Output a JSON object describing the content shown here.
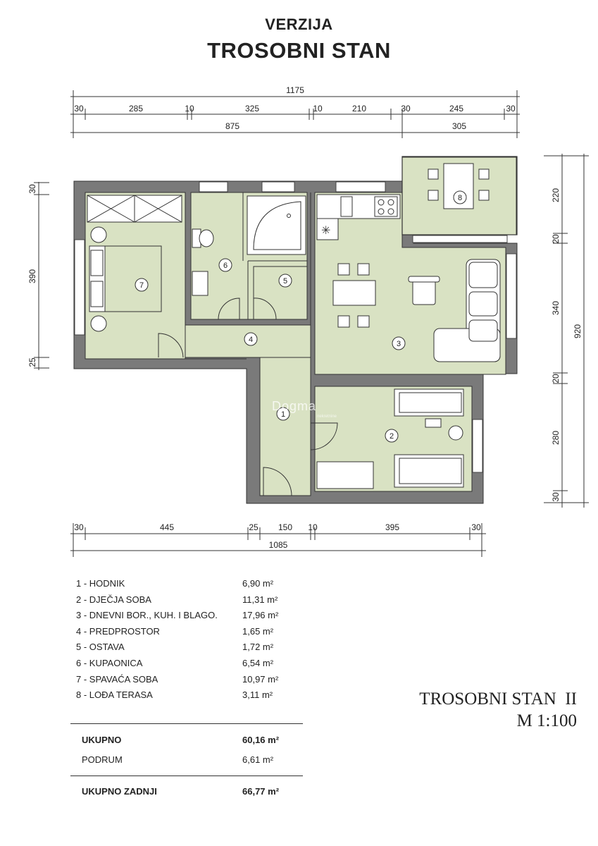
{
  "header": {
    "subtitle": "VERZIJA",
    "title": "TROSOBNI STAN"
  },
  "dimensions": {
    "top_total": "1175",
    "top_parts": [
      "30",
      "285",
      "10",
      "325",
      "10",
      "210",
      "30",
      "245",
      "30"
    ],
    "top_mid": [
      "875",
      "305"
    ],
    "right_parts": [
      "220",
      "20",
      "340",
      "20",
      "280",
      "30"
    ],
    "right_total": "920",
    "left_parts": [
      "30",
      "390",
      "25"
    ],
    "bottom_parts": [
      "30",
      "445",
      "25",
      "150",
      "10",
      "395",
      "30"
    ],
    "bottom_total": "1085"
  },
  "plan": {
    "colors": {
      "room_fill": "#d9e2c3",
      "wall": "#7a7a7a",
      "outline": "#333333"
    },
    "room_labels": [
      "1",
      "2",
      "3",
      "4",
      "5",
      "6",
      "7",
      "8"
    ]
  },
  "watermark": {
    "brand": "Dogma",
    "sub": "nekretnine"
  },
  "rooms": [
    {
      "name": "1 - HODNIK",
      "area": "6,90 m²"
    },
    {
      "name": "2 - DJEČJA SOBA",
      "area": "11,31 m²"
    },
    {
      "name": "3 - DNEVNI BOR., KUH. I BLAGO.",
      "area": "17,96 m²"
    },
    {
      "name": "4 - PREDPROSTOR",
      "area": "1,65 m²"
    },
    {
      "name": "5 - OSTAVA",
      "area": "1,72 m²"
    },
    {
      "name": "6 - KUPAONICA",
      "area": "6,54 m²"
    },
    {
      "name": "7 - SPAVAĆA SOBA",
      "area": "10,97 m²"
    },
    {
      "name": "8 - LOĐA TERASA",
      "area": "3,11 m²"
    }
  ],
  "totals": {
    "ukupno_label": "UKUPNO",
    "ukupno_value": "60,16 m²",
    "podrum_label": "PODRUM",
    "podrum_value": "6,61 m²",
    "zadnji_label": "UKUPNO ZADNJI",
    "zadnji_value": "66,77 m²"
  },
  "version_caption": {
    "line1": "TROSOBNI STAN  II",
    "line2": "M 1:100"
  }
}
